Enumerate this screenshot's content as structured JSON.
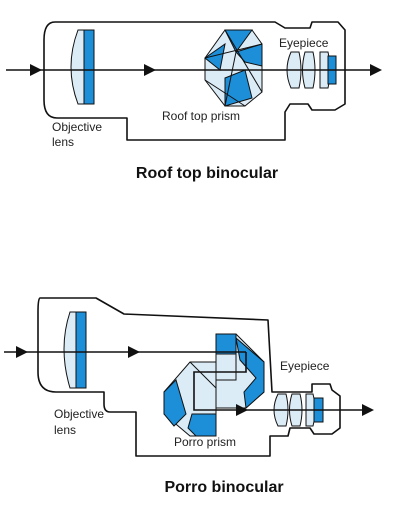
{
  "colors": {
    "accent_blue": "#1d8fd8",
    "light_blue": "#dcecf7",
    "outline": "#111111",
    "background": "#ffffff"
  },
  "roof": {
    "title": "Roof top binocular",
    "objective_label_line1": "Objective",
    "objective_label_line2": "lens",
    "prism_label": "Roof top prism",
    "eyepiece_label": "Eyepiece"
  },
  "porro": {
    "title": "Porro binocular",
    "objective_label_line1": "Objective",
    "objective_label_line2": "lens",
    "prism_label": "Porro prism",
    "eyepiece_label": "Eyepiece"
  }
}
